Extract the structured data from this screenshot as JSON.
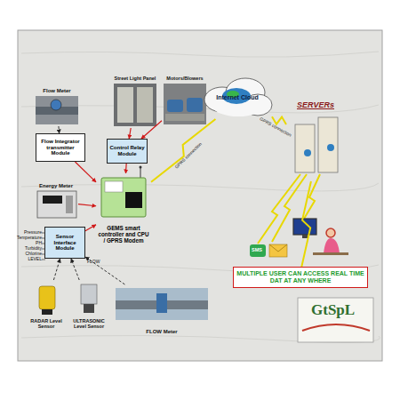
{
  "diagram": {
    "nodes": [
      {
        "text": [
          "Flow Meter"
        ]
      },
      {
        "text": [
          "Street Light Panel"
        ]
      },
      {
        "text": [
          "Motors/Blowers"
        ]
      },
      {
        "text": [
          "Control Relay Module"
        ]
      },
      {
        "text": [
          "Flow Integrator transmitter Module"
        ]
      },
      {
        "text": [
          "Energy Meter"
        ]
      },
      {
        "text": [
          "Sensor Interface Module"
        ]
      },
      {
        "text": [
          "GEMS smart controller and CPU / GPRS Modem"
        ]
      },
      {
        "text": [
          "Internet Cloud"
        ]
      },
      {
        "text": [
          "SERVERs"
        ]
      },
      {
        "text": [
          "RADAR Level Sensor"
        ]
      },
      {
        "text": [
          "ULTRASONIC Level Sensor"
        ]
      },
      {
        "text": [
          "FLOW Meter"
        ]
      },
      {
        "text": [
          "MULTIPLE USER CAN ACCESS REAL TIME DAT AT ANY WHERE"
        ]
      }
    ],
    "edges": [
      {
        "from": 0,
        "to": 4,
        "arrow": "to"
      },
      {
        "from": 1,
        "to": 3,
        "arrow": "to"
      },
      {
        "from": 2,
        "to": 3,
        "arrow": "to"
      },
      {
        "from": 3,
        "to": 7,
        "arrow": "to"
      },
      {
        "from": 4,
        "to": 7,
        "arrow": "to"
      },
      {
        "from": 5,
        "to": 7,
        "arrow": "to"
      },
      {
        "from": 6,
        "to": 7,
        "arrow": "to"
      },
      {
        "from": 10,
        "to": 6,
        "arrow": "to"
      },
      {
        "from": 11,
        "to": 6,
        "arrow": "to"
      },
      {
        "from": 12,
        "to": 6,
        "arrow": "to"
      },
      {
        "from": 7,
        "to": 8,
        "label": "GPRS connection",
        "arrow": "none"
      },
      {
        "from": 8,
        "to": 9,
        "label": "GPRS connection",
        "arrow": "none"
      },
      {
        "from": 9,
        "to": 13,
        "arrow": "none"
      }
    ],
    "labels": [
      "Pressure",
      "Temperature",
      "PH",
      "Turbidity",
      "Chlorine",
      "LEVEL",
      "FLOW",
      "SMS",
      "GtSpL"
    ]
  }
}
